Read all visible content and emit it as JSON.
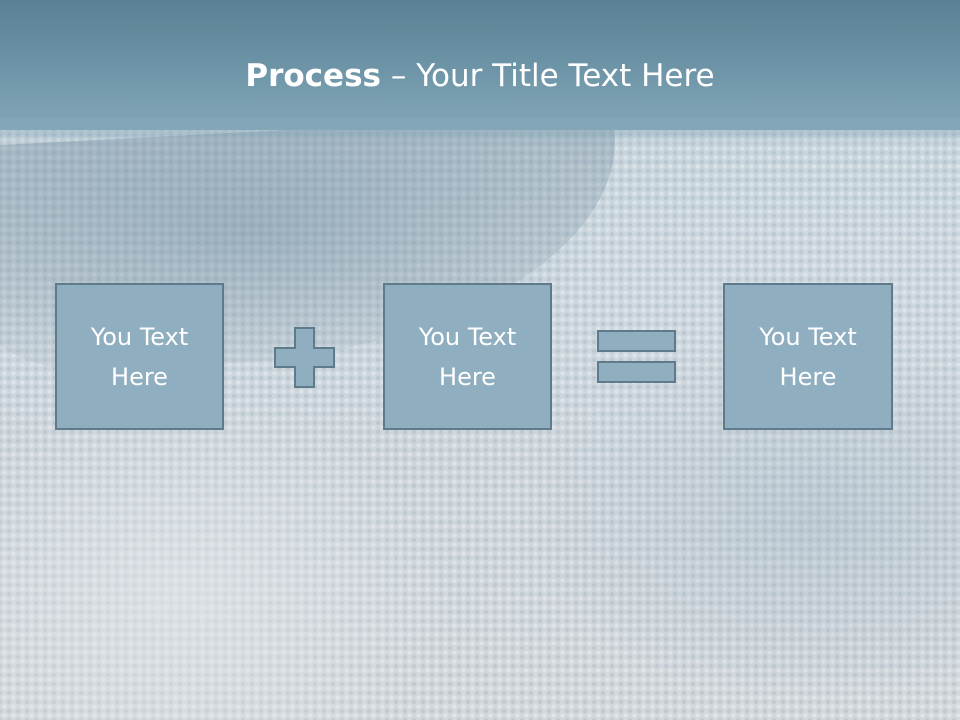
{
  "slide": {
    "title_bold": "Process",
    "title_rest": " – Your Title Text Here",
    "colors": {
      "header": "#6e95a8",
      "box_fill": "#8faec0",
      "box_border": "#5f7a8a",
      "text": "#ffffff"
    }
  },
  "process": {
    "boxes": [
      {
        "line1": "You Text",
        "line2": "Here"
      },
      {
        "line1": "You Text",
        "line2": "Here"
      },
      {
        "line1": "You Text",
        "line2": "Here"
      }
    ],
    "operators": [
      "plus-icon",
      "equals-icon"
    ]
  }
}
